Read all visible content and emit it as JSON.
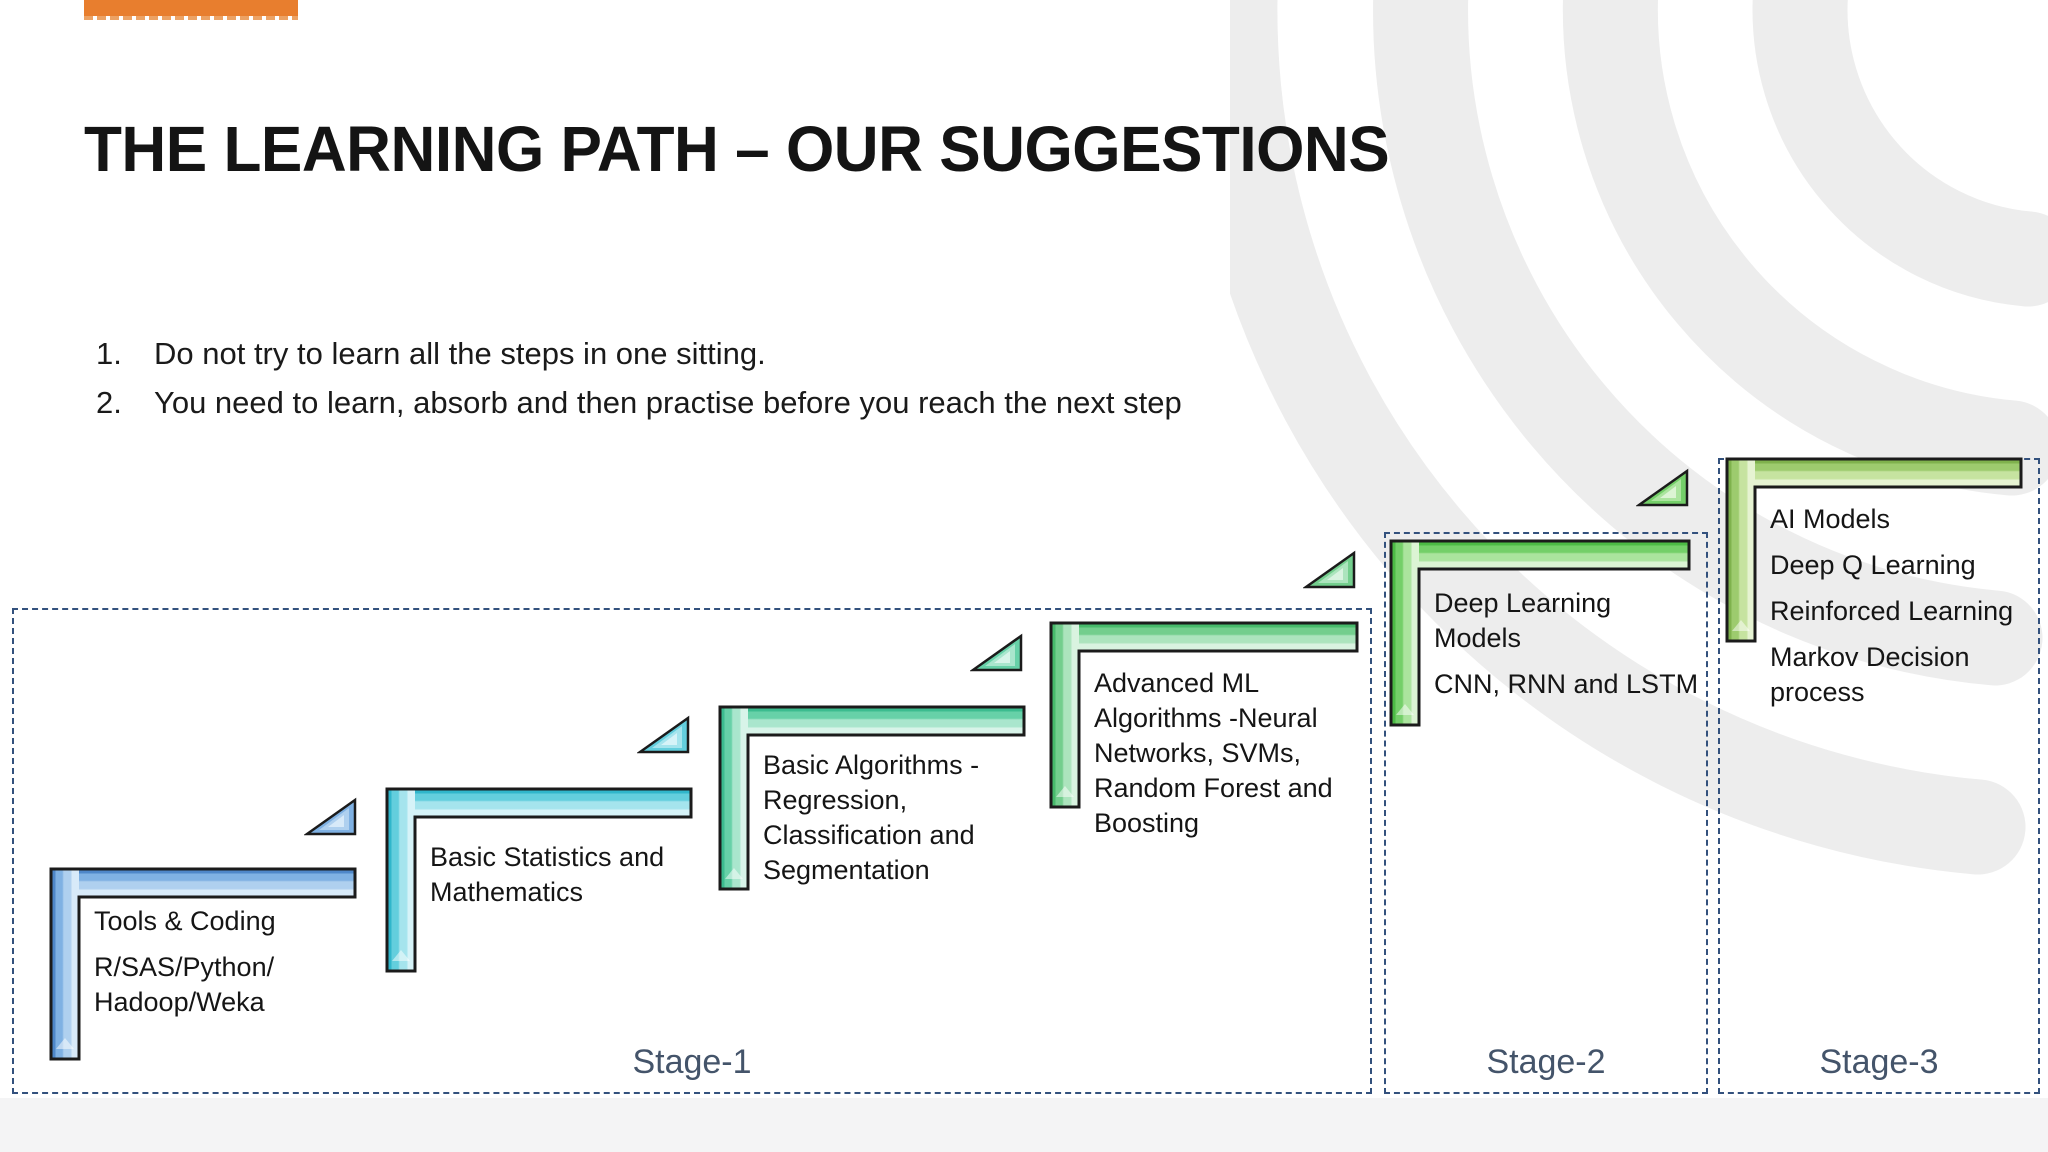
{
  "slide": {
    "title": "THE LEARNING PATH – OUR SUGGESTIONS",
    "accent_color": "#E87E2E",
    "background_color": "#FFFFFF",
    "watermark_color": "#EDEDED",
    "dashed_border_color": "#33517D",
    "stage_label_color": "#44546A",
    "notes": [
      {
        "number": "1.",
        "text": "Do not try to learn all the steps in one sitting."
      },
      {
        "number": "2.",
        "text": "You need to learn, absorb and then practise before you reach the next step"
      }
    ]
  },
  "stages": [
    {
      "label": "Stage-1"
    },
    {
      "label": "Stage-2"
    },
    {
      "label": "Stage-3"
    }
  ],
  "steps": [
    {
      "name": "step-1",
      "stage": "Stage-1",
      "colors": {
        "dark": "#4E87C9",
        "base": "#7FB1E3",
        "light": "#AFD0EF",
        "pale": "#D8EAF9"
      },
      "paras": [
        [
          "Tools & Coding"
        ],
        [
          "R/SAS/Python/",
          "Hadoop/Weka"
        ]
      ]
    },
    {
      "name": "step-2",
      "stage": "Stage-1",
      "colors": {
        "dark": "#30B6CB",
        "base": "#63CEDD",
        "light": "#A5E4ED",
        "pale": "#D6F3F8"
      },
      "paras": [
        [
          "Basic Statistics and",
          "Mathematics"
        ]
      ]
    },
    {
      "name": "step-3",
      "stage": "Stage-1",
      "colors": {
        "dark": "#3CBC8F",
        "base": "#67D1A8",
        "light": "#A9E6CD",
        "pale": "#D8F4E9"
      },
      "paras": [
        [
          "Basic Algorithms -",
          "Regression,",
          "Classification and",
          "Segmentation"
        ]
      ]
    },
    {
      "name": "step-4",
      "stage": "Stage-1",
      "colors": {
        "dark": "#47BA6B",
        "base": "#73CE8D",
        "light": "#ACE4BD",
        "pale": "#D9F3E0"
      },
      "paras": [
        [
          "Advanced ML",
          "Algorithms -Neural",
          "Networks, SVMs,",
          "Random Forest and",
          "Boosting"
        ]
      ]
    },
    {
      "name": "step-5",
      "stage": "Stage-2",
      "colors": {
        "dark": "#4CBB45",
        "base": "#74CF69",
        "light": "#ABE49E",
        "pale": "#DCF4D4"
      },
      "paras": [
        [
          "Deep Learning",
          "Models"
        ],
        [
          "CNN, RNN and LSTM"
        ]
      ]
    },
    {
      "name": "step-6",
      "stage": "Stage-3",
      "colors": {
        "dark": "#7FB24D",
        "base": "#9DCB6E",
        "light": "#C6E3A0",
        "pale": "#E6F3D2"
      },
      "paras": [
        [
          "AI Models"
        ],
        [
          "Deep Q Learning"
        ],
        [
          "Reinforced Learning"
        ],
        [
          "Markov Decision",
          "process"
        ]
      ]
    }
  ]
}
